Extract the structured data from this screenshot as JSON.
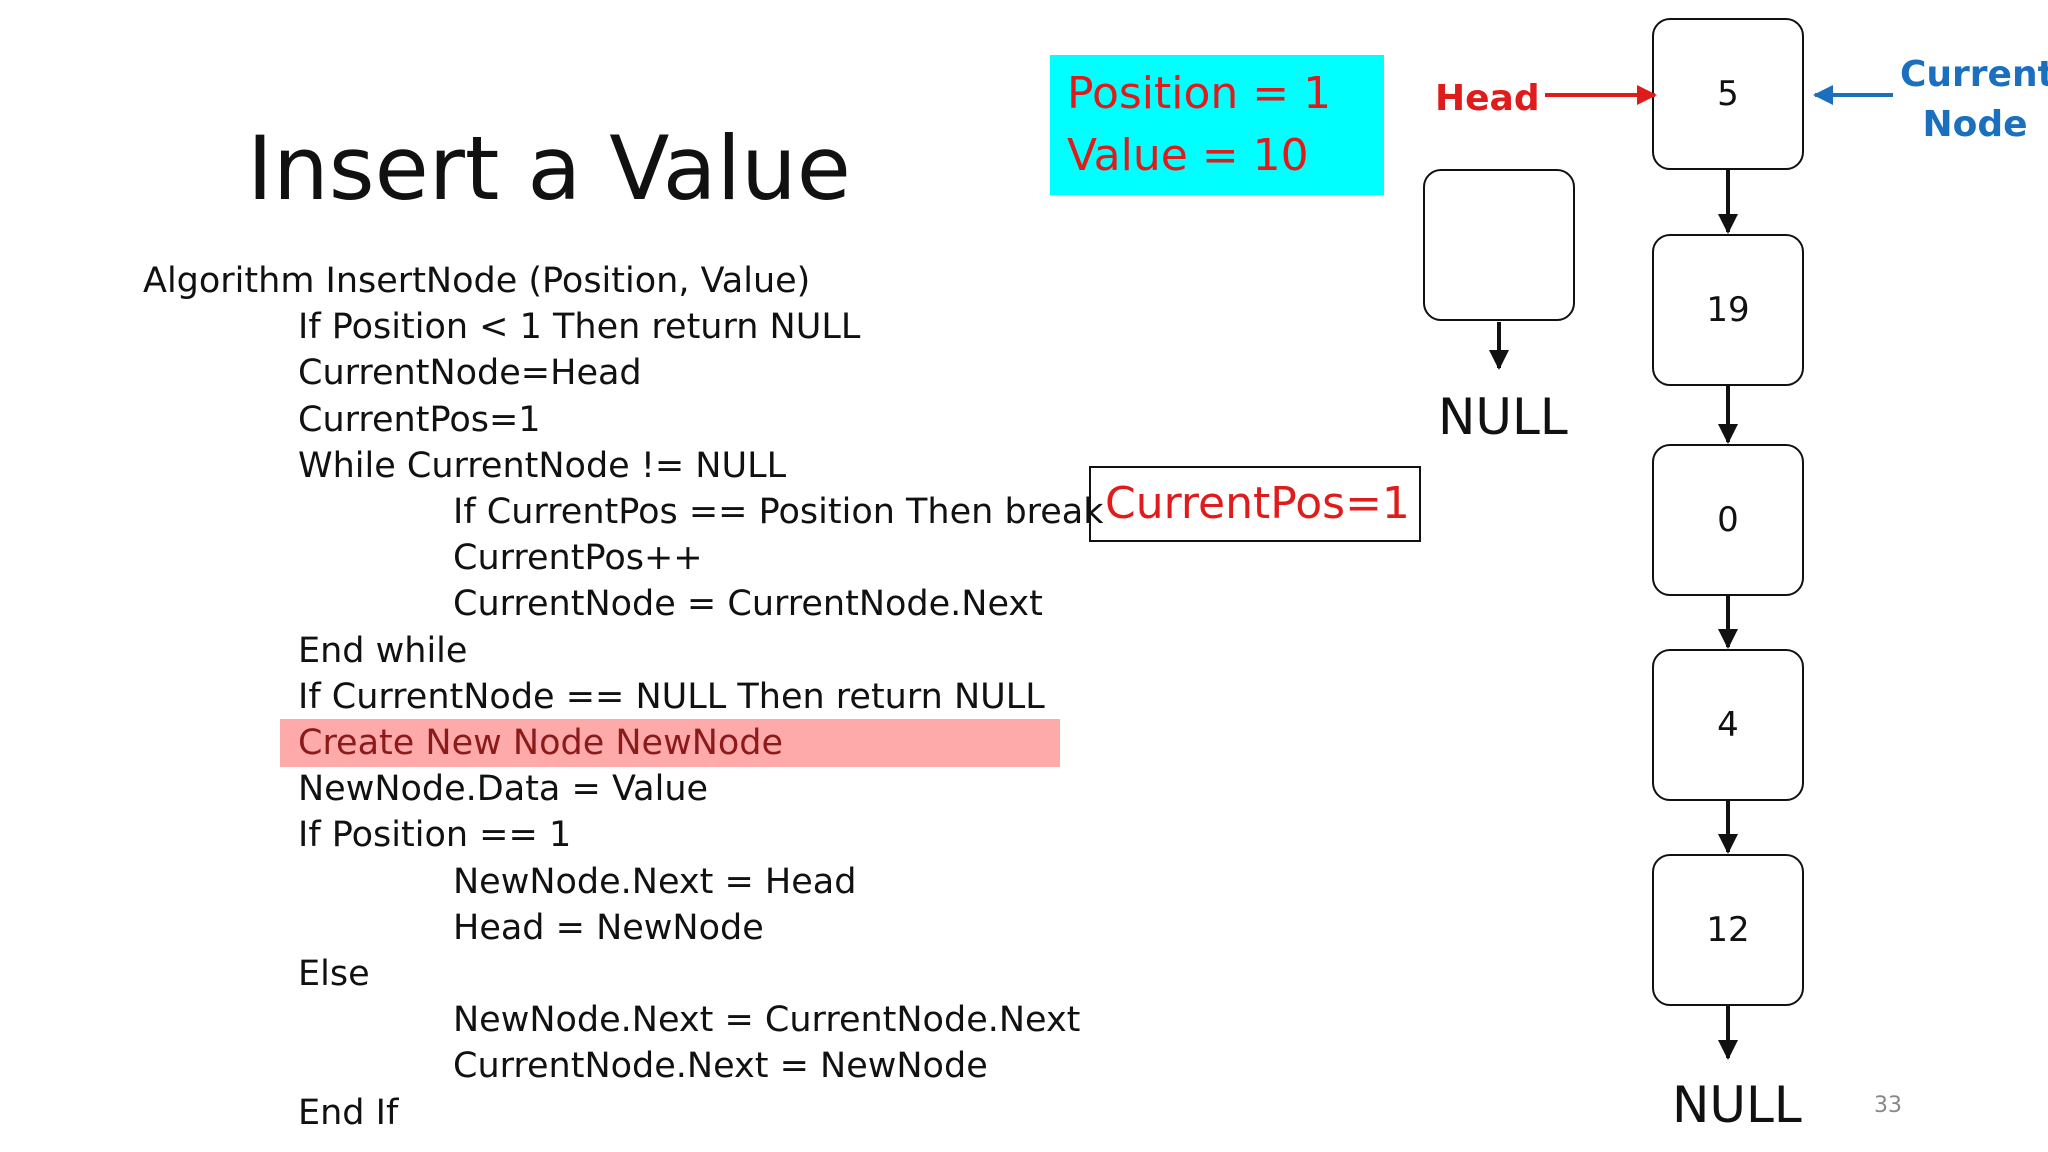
{
  "title": "Insert a Value",
  "code_lines": [
    {
      "text": "Algorithm InsertNode (Position, Value)",
      "indent": 0
    },
    {
      "text": "If Position < 1 Then return NULL",
      "indent": 1
    },
    {
      "text": "CurrentNode=Head",
      "indent": 1
    },
    {
      "text": "CurrentPos=1",
      "indent": 1
    },
    {
      "text": "While CurrentNode != NULL",
      "indent": 1
    },
    {
      "text": "If CurrentPos == Position Then break",
      "indent": 2
    },
    {
      "text": "CurrentPos++",
      "indent": 2
    },
    {
      "text": "CurrentNode = CurrentNode.Next",
      "indent": 2
    },
    {
      "text": "End while",
      "indent": 1
    },
    {
      "text": "If CurrentNode == NULL Then return NULL",
      "indent": 1
    },
    {
      "text": "Create New Node NewNode",
      "indent": 1,
      "highlighted": true
    },
    {
      "text": "NewNode.Data = Value",
      "indent": 1
    },
    {
      "text": "If Position == 1",
      "indent": 1
    },
    {
      "text": "NewNode.Next = Head",
      "indent": 2
    },
    {
      "text": "Head = NewNode",
      "indent": 2
    },
    {
      "text": "Else",
      "indent": 1
    },
    {
      "text": "NewNode.Next = CurrentNode.Next",
      "indent": 2
    },
    {
      "text": "CurrentNode.Next = NewNode",
      "indent": 2
    },
    {
      "text": "End If",
      "indent": 1
    }
  ],
  "params": {
    "position": "Position = 1",
    "value": "Value = 10"
  },
  "current_pos": "CurrentPos=1",
  "head_label": "Head",
  "current_node_label": [
    "Current",
    "Node"
  ],
  "list_nodes": [
    "5",
    "19",
    "0",
    "4",
    "12"
  ],
  "new_node": {
    "value": ""
  },
  "null_label": "NULL",
  "page_number": "33",
  "colors": {
    "highlight": "#ffaaaa",
    "params_bg": "#00ffff",
    "red_text": "#e01b1b",
    "blue_text": "#1a6fbf"
  }
}
